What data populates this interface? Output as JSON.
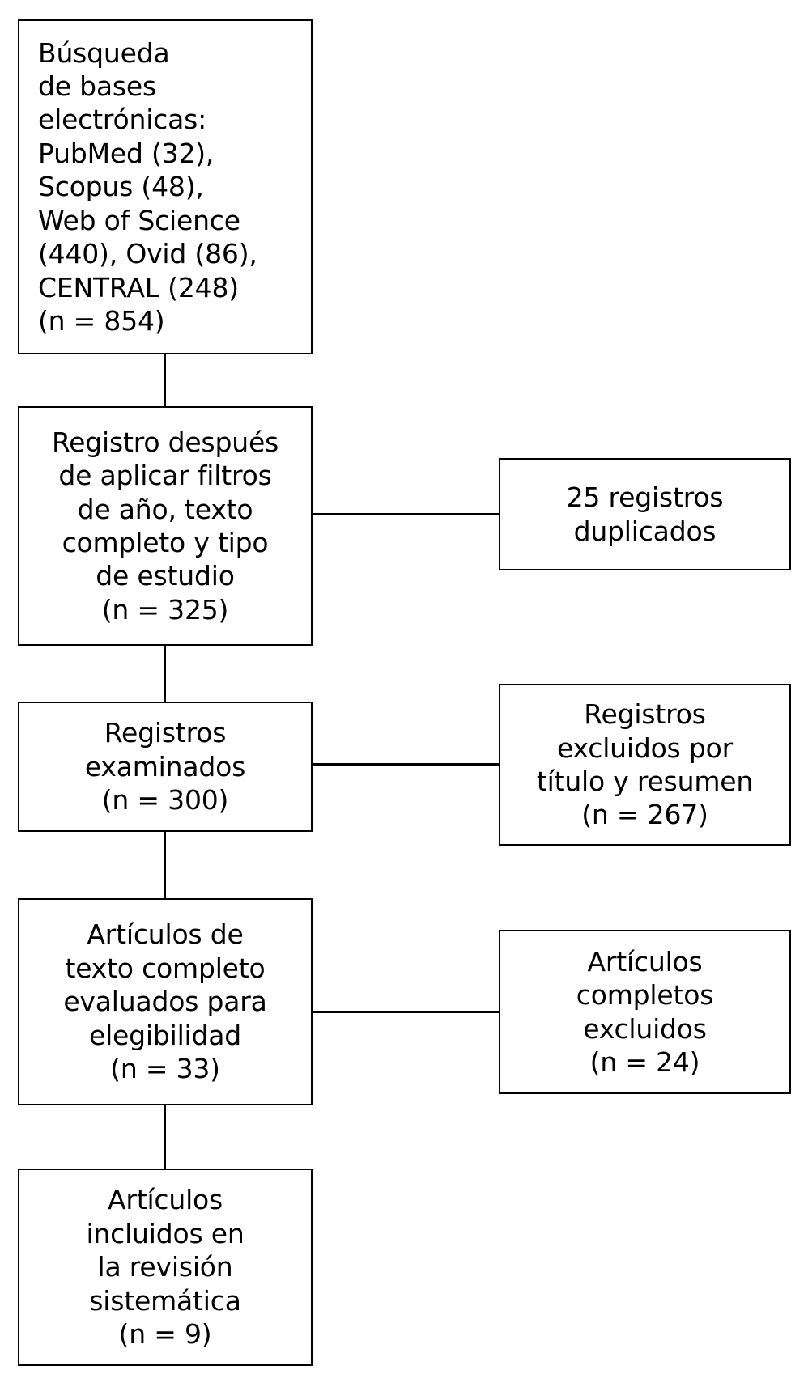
{
  "diagram": {
    "type": "prisma-flow-diagram",
    "language": "es",
    "stroke_color": "#000000",
    "background_color": "#ffffff",
    "main_flow": [
      {
        "id": "identificacion",
        "name": "identification-box",
        "align": "left",
        "text": "Búsqueda\nde bases\nelectrónicas:\nPubMed (32),\nScopus (48),\nWeb of Science\n(440), Ovid (86),\nCENTRAL (248)\n(n = 854)",
        "count": 854,
        "sources": [
          {
            "database": "PubMed",
            "records": 32
          },
          {
            "database": "Scopus",
            "records": 48
          },
          {
            "database": "Web of Science",
            "records": 440
          },
          {
            "database": "Ovid",
            "records": 86
          },
          {
            "database": "CENTRAL",
            "records": 248
          }
        ]
      },
      {
        "id": "filtros",
        "name": "after-filters-box",
        "align": "center",
        "text": "Registro después\nde aplicar filtros\nde año, texto\ncompleto y tipo\nde estudio\n(n = 325)",
        "count": 325
      },
      {
        "id": "examinados",
        "name": "screened-box",
        "align": "center",
        "text": "Registros\nexaminados\n(n = 300)",
        "count": 300
      },
      {
        "id": "elegibilidad",
        "name": "eligibility-box",
        "align": "center",
        "text": "Artículos de\ntexto completo\nevaluados para\nelegibilidad\n(n = 33)",
        "count": 33
      },
      {
        "id": "incluidos",
        "name": "included-box",
        "align": "center",
        "text": "Artículos\nincluidos en\nla revisión\nsistemática\n(n = 9)",
        "count": 9
      }
    ],
    "exclusions": [
      {
        "id": "duplicados",
        "name": "duplicates-box",
        "align": "center",
        "text": "25 registros\nduplicados",
        "count": 25
      },
      {
        "id": "excluidos_titulo",
        "name": "excluded-title-abstract-box",
        "align": "center",
        "text": "Registros\nexcluidos por\ntítulo y resumen\n(n = 267)",
        "count": 267
      },
      {
        "id": "excluidos_completos",
        "name": "excluded-fulltext-box",
        "align": "center",
        "text": "Artículos\ncompletos\nexcluidos\n(n = 24)",
        "count": 24
      }
    ]
  }
}
